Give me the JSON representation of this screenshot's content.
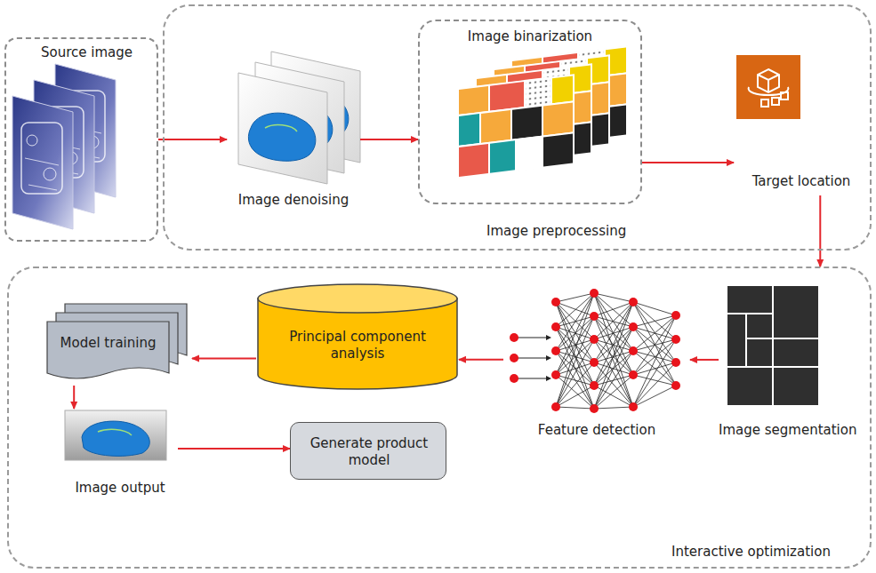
{
  "diagram": {
    "nodes": [
      {
        "text": [
          "Source image"
        ]
      },
      {
        "text": [
          "Image preprocessing"
        ]
      },
      {
        "text": [
          "Image denoising"
        ],
        "in": 1
      },
      {
        "text": [
          "Image binarization"
        ],
        "in": 1
      },
      {
        "text": [
          "Target location"
        ],
        "in": 1
      },
      {
        "text": [
          "Interactive optimization"
        ]
      },
      {
        "text": [
          "Image segmentation"
        ],
        "in": 5
      },
      {
        "text": [
          "Feature detection"
        ],
        "in": 5
      },
      {
        "text": [
          "Principal component analysis"
        ],
        "in": 5
      },
      {
        "text": [
          "Model training"
        ],
        "in": 5
      },
      {
        "text": [
          "Image output"
        ],
        "in": 5
      },
      {
        "text": [
          "Generate product model"
        ],
        "in": 5
      }
    ],
    "edges": [
      {
        "from": 0,
        "to": 2,
        "arrow": "to"
      },
      {
        "from": 2,
        "to": 3,
        "arrow": "to"
      },
      {
        "from": 3,
        "to": 4,
        "arrow": "to"
      },
      {
        "from": 4,
        "to": 5,
        "arrow": "to"
      },
      {
        "from": 6,
        "to": 7,
        "arrow": "to"
      },
      {
        "from": 7,
        "to": 8,
        "arrow": "to"
      },
      {
        "from": 8,
        "to": 9,
        "arrow": "to"
      },
      {
        "from": 9,
        "to": 10,
        "arrow": "to"
      },
      {
        "from": 10,
        "to": 11,
        "arrow": "to"
      }
    ]
  }
}
